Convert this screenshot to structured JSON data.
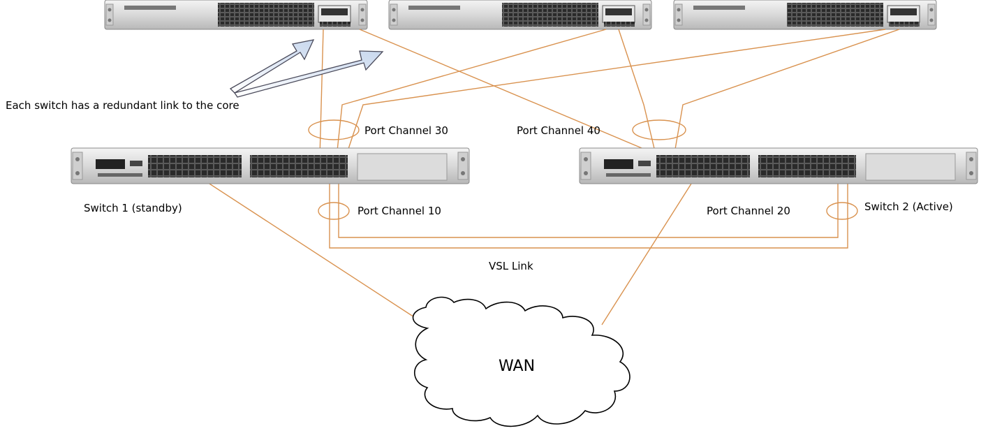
{
  "diagram": {
    "annotation": "Each switch has a redundant link to the core",
    "cloud_label": "WAN",
    "link_color": "#d9924f",
    "switches": {
      "switch1": "Switch 1 (standby)",
      "switch2": "Switch 2 (Active)"
    },
    "port_channels": {
      "pc10": "Port Channel 10",
      "pc20": "Port Channel 20",
      "pc30": "Port Channel 30",
      "pc40": "Port Channel 40"
    },
    "vsl": "VSL Link"
  }
}
